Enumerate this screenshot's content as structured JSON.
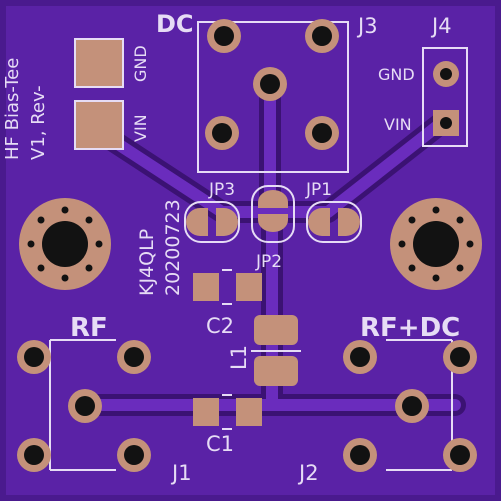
{
  "board": {
    "colors": {
      "substrate": "#4a1a8e",
      "copper_fill": "#5a22a6",
      "trace_edge": "#3b1273",
      "pad_copper": "#c4917a",
      "hole": "#121212",
      "silkscreen": "#e6dcf5"
    },
    "title_lines": [
      "HF Bias-Tee",
      "V1, Rev-"
    ],
    "author_lines": [
      "KJ4QLP",
      "20200723"
    ]
  },
  "labels": {
    "dc": "DC",
    "j3": "J3",
    "j4": "J4",
    "gnd_left": "GND",
    "vin_left": "VIN",
    "gnd_right": "GND",
    "vin_right": "VIN",
    "jp3": "JP3",
    "jp1": "JP1",
    "jp2": "JP2",
    "rf": "RF",
    "rf_dc": "RF+DC",
    "c2": "C2",
    "l1": "L1",
    "c1": "C1",
    "j1": "J1",
    "j2": "J2"
  }
}
